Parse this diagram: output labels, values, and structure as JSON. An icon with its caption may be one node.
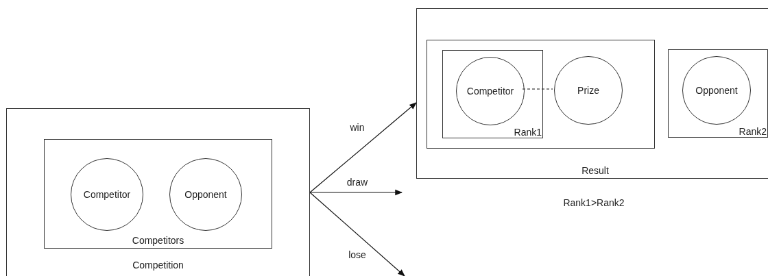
{
  "diagram": {
    "nodes": [
      {
        "text": [
          "Competition"
        ]
      },
      {
        "text": [
          "Competitors"
        ],
        "in": 0
      },
      {
        "text": [
          "Competitor"
        ],
        "in": 1
      },
      {
        "text": [
          "Opponent"
        ],
        "in": 1
      },
      {
        "text": [
          "Result"
        ]
      },
      {
        "text": [],
        "shape": "box",
        "in": 4
      },
      {
        "text": [
          "Rank1"
        ],
        "in": 5
      },
      {
        "text": [
          "Competitor"
        ],
        "in": 6
      },
      {
        "text": [
          "Prize"
        ],
        "in": 5
      },
      {
        "text": [
          "Rank2"
        ],
        "in": 4
      },
      {
        "text": [
          "Opponent"
        ],
        "in": 9
      }
    ],
    "edges": [
      {
        "from": 0,
        "to": 4,
        "arrow": "to",
        "label": "win"
      },
      {
        "from": 0,
        "to": null,
        "arrow": "to",
        "label": "draw"
      },
      {
        "from": 0,
        "to": null,
        "arrow": "to",
        "label": "lose"
      },
      {
        "from": 7,
        "to": 8,
        "arrow": "none",
        "style": "dashed"
      }
    ],
    "labels": [
      "Rank1>Rank2"
    ]
  }
}
